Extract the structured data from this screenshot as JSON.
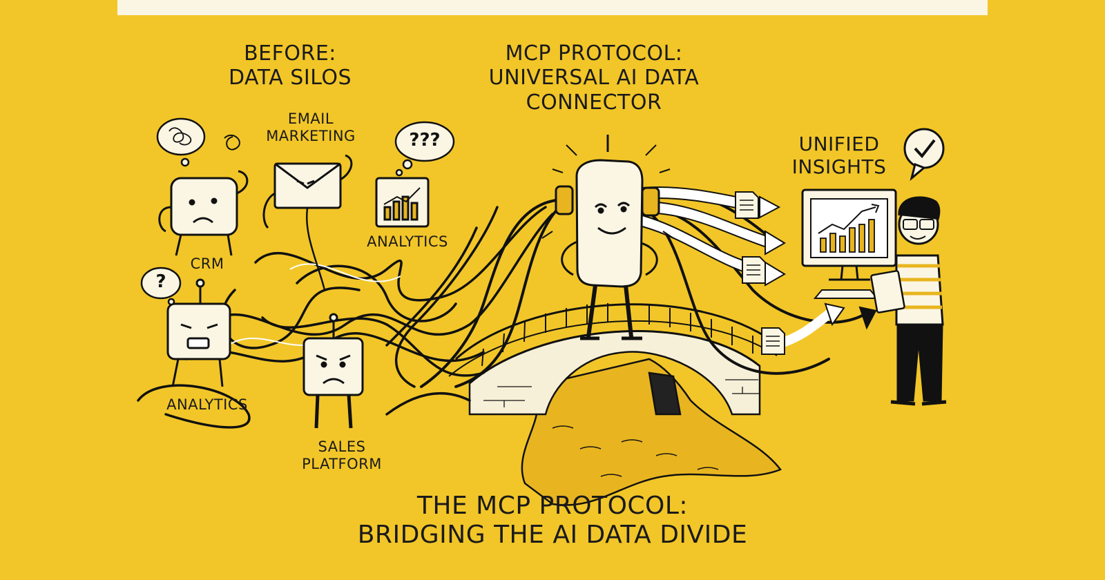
{
  "colors": {
    "background": "#f2c628",
    "ink": "#1a1a1a",
    "paper": "#fbf6e4"
  },
  "headings": {
    "before_line1": "BEFORE:",
    "before_line2": "DATA SILOS",
    "mcp_line1": "MCP PROTOCOL:",
    "mcp_line2": "UNIVERSAL AI DATA",
    "mcp_line3": "CONNECTOR",
    "unified_line1": "UNIFIED",
    "unified_line2": "INSIGHTS",
    "footer_line1": "THE MCP PROTOCOL:",
    "footer_line2": "BRIDGING THE AI DATA DIVIDE"
  },
  "silos": {
    "email_line1": "EMAIL",
    "email_line2": "MARKETING",
    "analytics_top": "ANALYTICS",
    "crm": "CRM",
    "analytics_bottom": "ANALYTICS",
    "sales_line1": "SALES",
    "sales_line2": "PLATFORM"
  },
  "bubbles": {
    "confused": "???",
    "question": "?",
    "check_icon": "check-icon"
  }
}
